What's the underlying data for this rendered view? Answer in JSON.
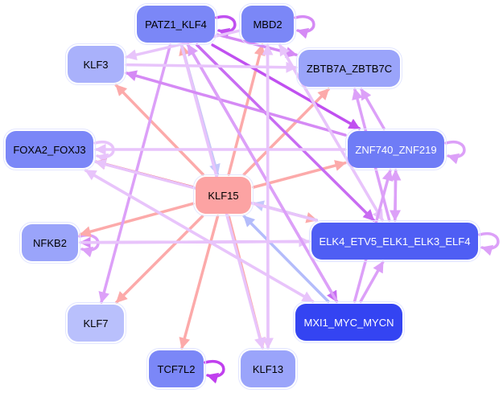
{
  "graph": {
    "title": "",
    "nodes": [
      {
        "id": "PATZ1_KLF4",
        "label": "PATZ1_KLF4",
        "fill": "#7b87f7",
        "text": "#000000"
      },
      {
        "id": "MBD2",
        "label": "MBD2",
        "fill": "#7b87f7",
        "text": "#000000"
      },
      {
        "id": "KLF3",
        "label": "KLF3",
        "fill": "#a9b1fb",
        "text": "#000000"
      },
      {
        "id": "ZBTB7A_ZBTB7C",
        "label": "ZBTB7A_ZBTB7C",
        "fill": "#9aa4fa",
        "text": "#000000"
      },
      {
        "id": "FOXA2_FOXJ3",
        "label": "FOXA2_FOXJ3",
        "fill": "#7b87f7",
        "text": "#000000"
      },
      {
        "id": "ZNF740_ZNF219",
        "label": "ZNF740_ZNF219",
        "fill": "#6f7cf6",
        "text": "#ffffff"
      },
      {
        "id": "KLF15",
        "label": "KLF15",
        "fill": "#fca3a3",
        "text": "#000000"
      },
      {
        "id": "NFKB2",
        "label": "NFKB2",
        "fill": "#9aa4fa",
        "text": "#000000"
      },
      {
        "id": "ELK4_ETV5_ELK1_ELK3_ELF4",
        "label": "ELK4_ETV5_ELK1_ELK3_ELF4",
        "fill": "#4f5ef4",
        "text": "#ffffff"
      },
      {
        "id": "KLF7",
        "label": "KLF7",
        "fill": "#b9c0fc",
        "text": "#000000"
      },
      {
        "id": "MXI1_MYC_MYCN",
        "label": "MXI1_MYC_MYCN",
        "fill": "#3444f2",
        "text": "#ffffff"
      },
      {
        "id": "TCF7L2",
        "label": "TCF7L2",
        "fill": "#7b87f7",
        "text": "#000000"
      },
      {
        "id": "KLF13",
        "label": "KLF13",
        "fill": "#9aa4fa",
        "text": "#000000"
      }
    ],
    "edges": [
      {
        "from": "PATZ1_KLF4",
        "to": "PATZ1_KLF4",
        "color": "#c050f0"
      },
      {
        "from": "MBD2",
        "to": "MBD2",
        "color": "#d58af5"
      },
      {
        "from": "TCF7L2",
        "to": "TCF7L2",
        "color": "#c040ee"
      },
      {
        "from": "ZNF740_ZNF219",
        "to": "ZNF740_ZNF219",
        "color": "#dca0f8"
      },
      {
        "from": "ELK4_ETV5_ELK1_ELK3_ELF4",
        "to": "ELK4_ETV5_ELK1_ELK3_ELF4",
        "color": "#dca0f8"
      },
      {
        "from": "FOXA2_FOXJ3",
        "to": "FOXA2_FOXJ3",
        "color": "#e8c4fb"
      },
      {
        "from": "NFKB2",
        "to": "NFKB2",
        "color": "#dca0f8"
      },
      {
        "from": "KLF15",
        "to": "FOXA2_FOXJ3",
        "color": "#f45a5a"
      },
      {
        "from": "KLF15",
        "to": "KLF3",
        "color": "#fcaaaa"
      },
      {
        "from": "KLF15",
        "to": "MBD2",
        "color": "#fcaaaa"
      },
      {
        "from": "KLF15",
        "to": "ZBTB7A_ZBTB7C",
        "color": "#fcaaaa"
      },
      {
        "from": "KLF15",
        "to": "ZNF740_ZNF219",
        "color": "#fcaaaa"
      },
      {
        "from": "KLF15",
        "to": "ELK4_ETV5_ELK1_ELK3_ELF4",
        "color": "#fcaaaa"
      },
      {
        "from": "KLF15",
        "to": "NFKB2",
        "color": "#fcaaaa"
      },
      {
        "from": "KLF15",
        "to": "KLF7",
        "color": "#fcaaaa"
      },
      {
        "from": "KLF15",
        "to": "TCF7L2",
        "color": "#fcaaaa"
      },
      {
        "from": "KLF15",
        "to": "KLF13",
        "color": "#fcaaaa"
      },
      {
        "from": "KLF15",
        "to": "PATZ1_KLF4",
        "color": "#fcaaaa"
      },
      {
        "from": "PATZ1_KLF4",
        "to": "KLF15",
        "color": "#c4c8fb"
      },
      {
        "from": "MXI1_MYC_MYCN",
        "to": "KLF15",
        "color": "#b4bcfb"
      },
      {
        "from": "ELK4_ETV5_ELK1_ELK3_ELF4",
        "to": "KLF15",
        "color": "#c4c8fb"
      },
      {
        "from": "PATZ1_KLF4",
        "to": "ZBTB7A_ZBTB7C",
        "color": "#d58af5"
      },
      {
        "from": "PATZ1_KLF4",
        "to": "ZNF740_ZNF219",
        "color": "#c050f0"
      },
      {
        "from": "PATZ1_KLF4",
        "to": "ELK4_ETV5_ELK1_ELK3_ELF4",
        "color": "#c86cf2"
      },
      {
        "from": "PATZ1_KLF4",
        "to": "MXI1_MYC_MYCN",
        "color": "#c86cf2"
      },
      {
        "from": "PATZ1_KLF4",
        "to": "KLF7",
        "color": "#dca0f8"
      },
      {
        "from": "PATZ1_KLF4",
        "to": "KLF13",
        "color": "#e8c4fb"
      },
      {
        "from": "MBD2",
        "to": "KLF3",
        "color": "#e8c4fb"
      },
      {
        "from": "MBD2",
        "to": "KLF13",
        "color": "#e8c4fb"
      },
      {
        "from": "MBD2",
        "to": "ELK4_ETV5_ELK1_ELK3_ELF4",
        "color": "#e8c4fb"
      },
      {
        "from": "ZNF740_ZNF219",
        "to": "KLF3",
        "color": "#d58af5"
      },
      {
        "from": "ZNF740_ZNF219",
        "to": "ZBTB7A_ZBTB7C",
        "color": "#dca0f8"
      },
      {
        "from": "ZNF740_ZNF219",
        "to": "FOXA2_FOXJ3",
        "color": "#e8c4fb"
      },
      {
        "from": "ZNF740_ZNF219",
        "to": "ELK4_ETV5_ELK1_ELK3_ELF4",
        "color": "#dca0f8"
      },
      {
        "from": "ELK4_ETV5_ELK1_ELK3_ELF4",
        "to": "ZNF740_ZNF219",
        "color": "#dca0f8"
      },
      {
        "from": "ELK4_ETV5_ELK1_ELK3_ELF4",
        "to": "NFKB2",
        "color": "#d58af5"
      },
      {
        "from": "NFKB2",
        "to": "ELK4_ETV5_ELK1_ELK3_ELF4",
        "color": "#e8c4fb"
      },
      {
        "from": "ELK4_ETV5_ELK1_ELK3_ELF4",
        "to": "FOXA2_FOXJ3",
        "color": "#e8c4fb"
      },
      {
        "from": "ELK4_ETV5_ELK1_ELK3_ELF4",
        "to": "ZBTB7A_ZBTB7C",
        "color": "#dca0f8"
      },
      {
        "from": "ELK4_ETV5_ELK1_ELK3_ELF4",
        "to": "MBD2",
        "color": "#e8c4fb"
      },
      {
        "from": "MXI1_MYC_MYCN",
        "to": "ELK4_ETV5_ELK1_ELK3_ELF4",
        "color": "#dca0f8"
      },
      {
        "from": "MXI1_MYC_MYCN",
        "to": "ZNF740_ZNF219",
        "color": "#dca0f8"
      },
      {
        "from": "MXI1_MYC_MYCN",
        "to": "PATZ1_KLF4",
        "color": "#dca0f8"
      },
      {
        "from": "FOXA2_FOXJ3",
        "to": "MXI1_MYC_MYCN",
        "color": "#e8c4fb"
      },
      {
        "from": "MXI1_MYC_MYCN",
        "to": "FOXA2_FOXJ3",
        "color": "#e8c4fb"
      },
      {
        "from": "KLF13",
        "to": "MBD2",
        "color": "#e8c4fb"
      },
      {
        "from": "KLF3",
        "to": "ZBTB7A_ZBTB7C",
        "color": "#e8c4fb"
      }
    ]
  }
}
